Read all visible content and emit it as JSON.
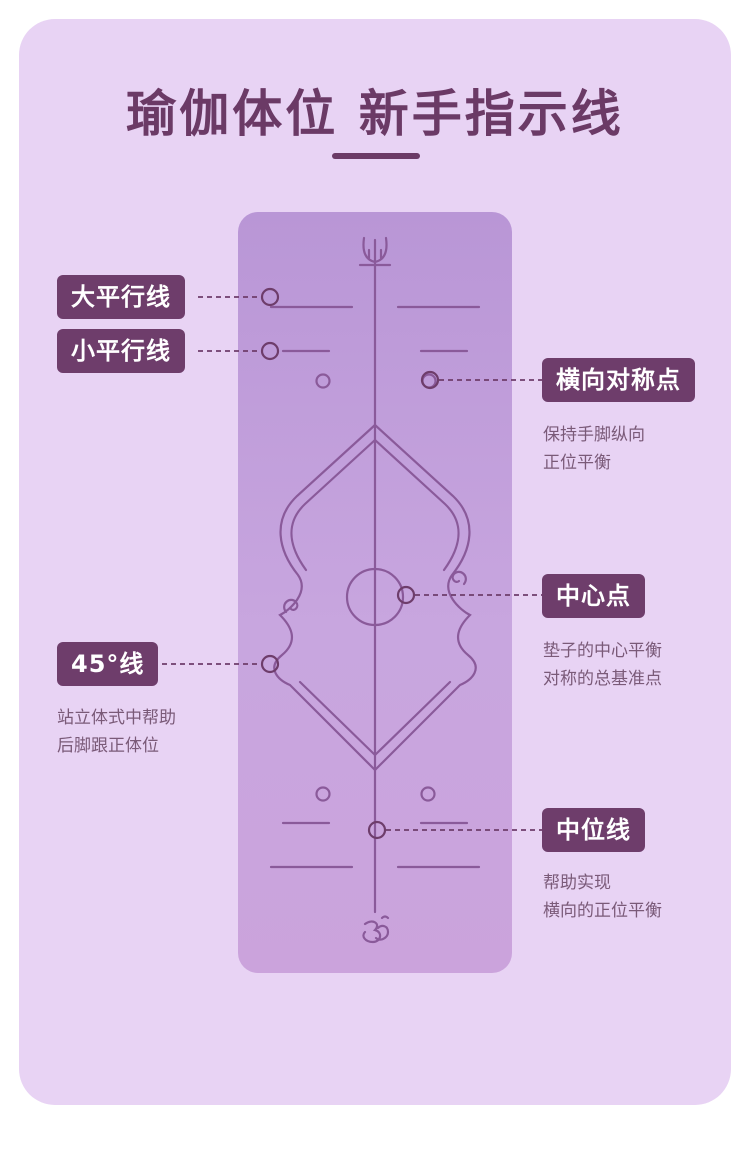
{
  "header": {
    "title": "瑜伽体位 新手指示线"
  },
  "labels": {
    "big_parallel": "大平行线",
    "small_parallel": "小平行线",
    "horizontal_symmetry": {
      "title": "横向对称点",
      "desc": [
        "保持手脚纵向",
        "正位平衡"
      ]
    },
    "center_point": {
      "title": "中心点",
      "desc": [
        "垫子的中心平衡",
        "对称的总基准点"
      ]
    },
    "angle_45": {
      "title": "45°线",
      "desc": [
        "站立体式中帮助",
        "后脚跟正体位"
      ]
    },
    "midline": {
      "title": "中位线",
      "desc": [
        "帮助实现",
        "横向的正位平衡"
      ]
    }
  },
  "colors": {
    "background": "#e8d3f4",
    "mat": "#c3a0db",
    "line": "#8a5a9a",
    "tag": "#6e3d6b",
    "accent": "#6b3a66"
  },
  "icons": {
    "top_symbol": "trident-icon",
    "bottom_symbol": "om-icon"
  }
}
